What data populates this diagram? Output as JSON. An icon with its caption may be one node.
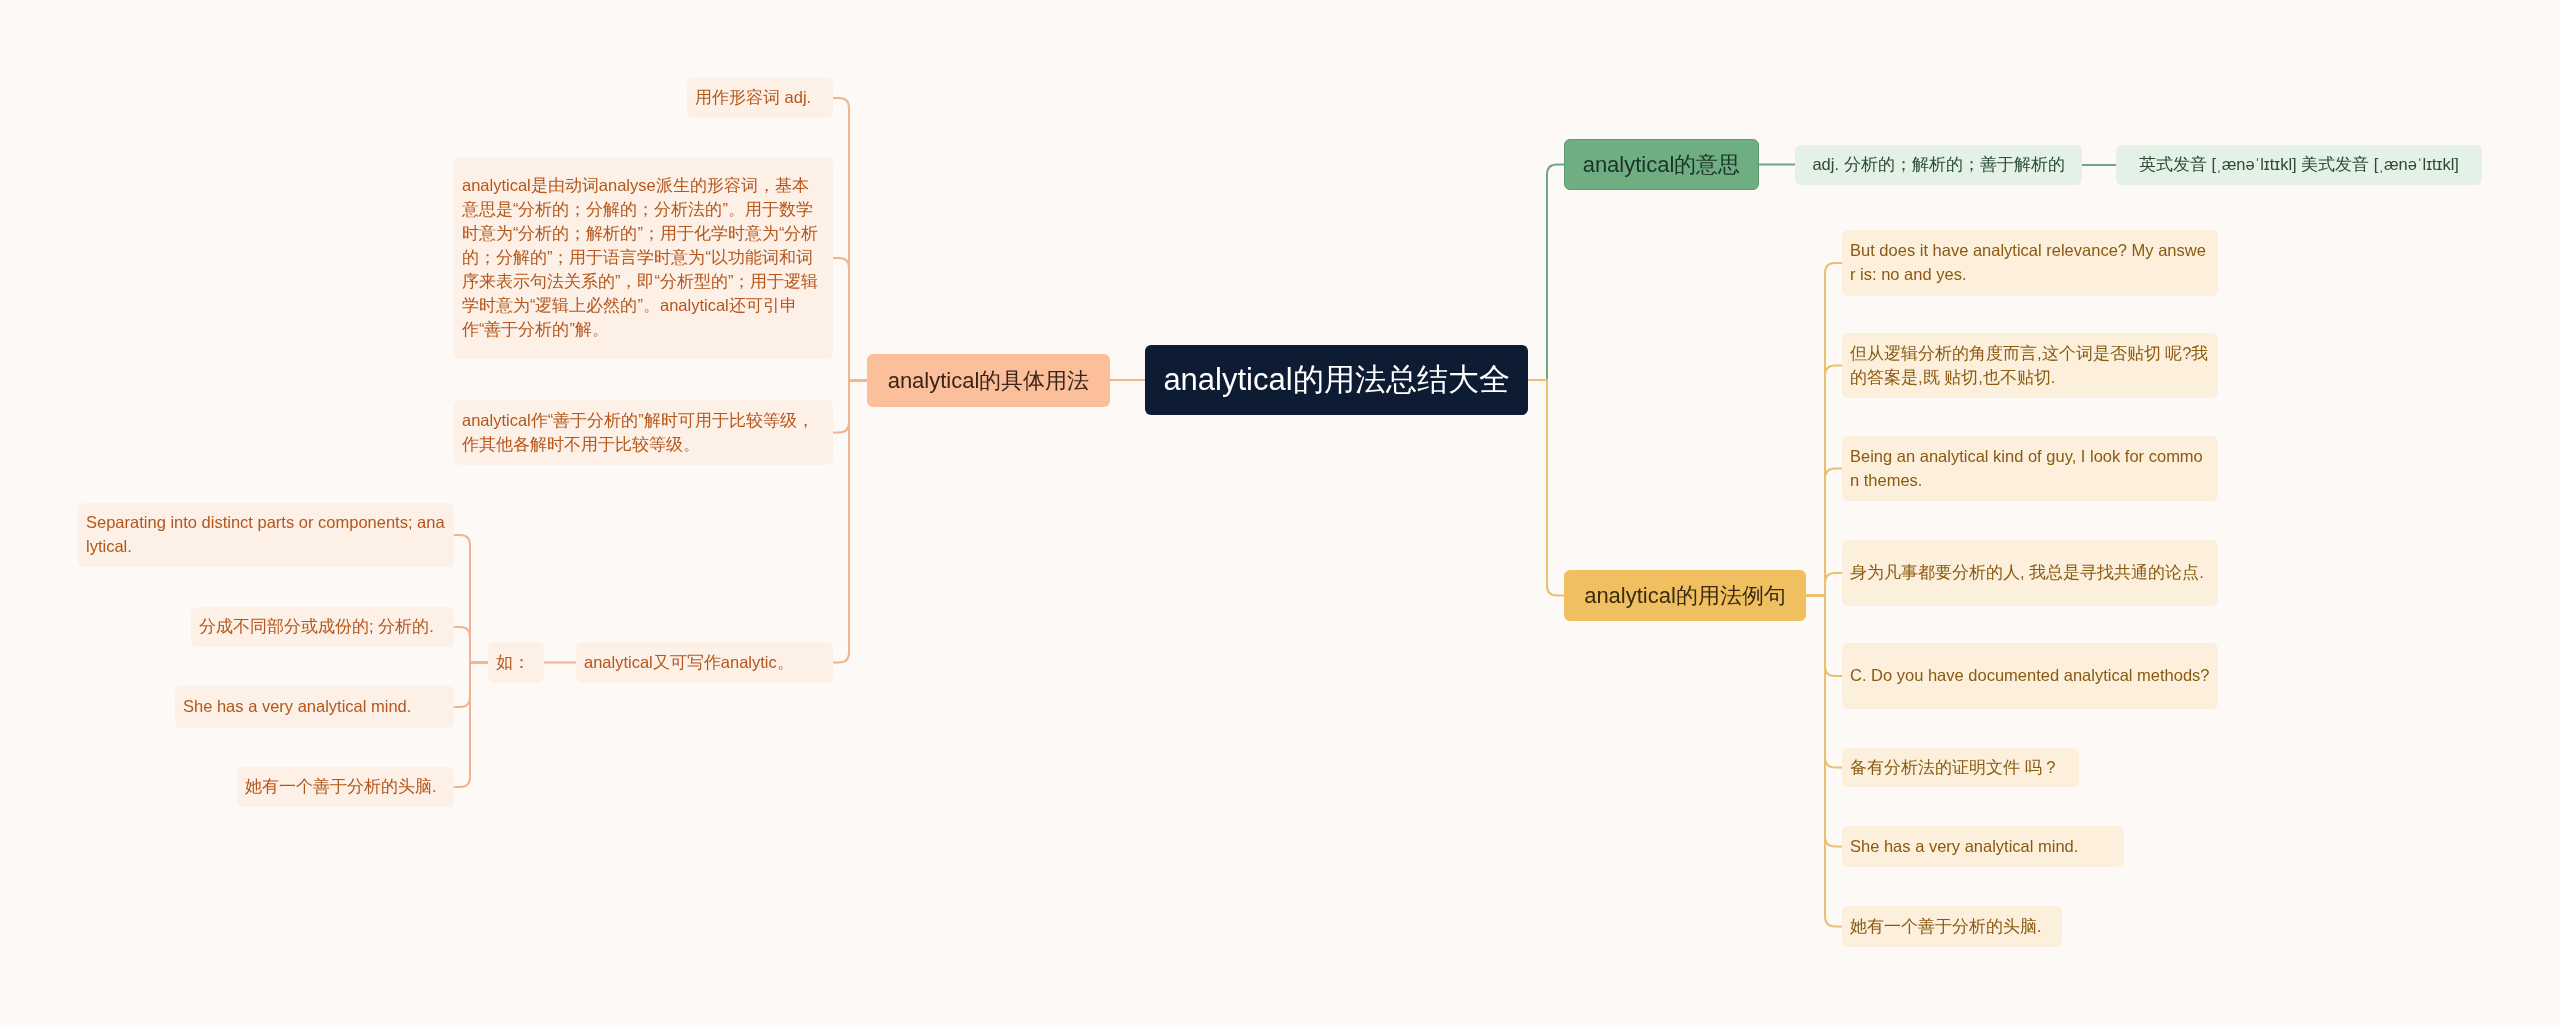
{
  "diagram": {
    "nodes": [
      {
        "text": [
          "analytical的用法总结大全"
        ]
      },
      {
        "text": [
          "analytical的具体用法"
        ]
      },
      {
        "text": [
          "用作形容词 adj."
        ]
      },
      {
        "text": [
          "analytical是由动词analyse派生的形容词，基本意思是“分析的；分解的；分析法的”。用于数学时意为“分析的；解析的”；用于化学时意为“分析的；分解的”；用于语言学时意为“以功能词和词序来表示句法关系的”，即“分析型的”；用于逻辑学时意为“逻辑上必然的”。analytical还可引申作“善于分析的”解。"
        ]
      },
      {
        "text": [
          "analytical作“善于分析的”解时可用于比较等级，作其他各解时不用于比较等级。"
        ]
      },
      {
        "text": [
          "analytical又可写作analytic。"
        ]
      },
      {
        "text": [
          "如："
        ]
      },
      {
        "text": [
          "Separating into distinct parts or components; analytical."
        ]
      },
      {
        "text": [
          "分成不同部分或成份的; 分析的."
        ]
      },
      {
        "text": [
          "She has a very analytical mind."
        ]
      },
      {
        "text": [
          "她有一个善于分析的头脑."
        ]
      },
      {
        "text": [
          "analytical的意思"
        ]
      },
      {
        "text": [
          "adj. 分析的；解析的；善于解析的"
        ]
      },
      {
        "text": [
          "英式发音 [ˌænəˈlɪtɪkl] 美式发音 [ˌænəˈlɪtɪkl]"
        ]
      },
      {
        "text": [
          "analytical的用法例句"
        ]
      },
      {
        "text": [
          "But does it have analytical relevance? My answer is: no and yes."
        ]
      },
      {
        "text": [
          "但从逻辑分析的角度而言,这个词是否贴切 呢?我的答案是,既 贴切,也不贴切."
        ]
      },
      {
        "text": [
          "Being an analytical kind of guy, I look for common themes."
        ]
      },
      {
        "text": [
          "身为凡事都要分析的人, 我总是寻找共通的论点."
        ]
      },
      {
        "text": [
          "C. Do you have documented analytical methods?"
        ]
      },
      {
        "text": [
          "备有分析法的证明文件 吗 ?"
        ]
      },
      {
        "text": [
          "She has a very analytical mind."
        ]
      },
      {
        "text": [
          "她有一个善于分析的头脑."
        ]
      }
    ],
    "edges": [
      {
        "from": 0,
        "to": 1,
        "arrow": "none"
      },
      {
        "from": 1,
        "to": 2,
        "arrow": "none"
      },
      {
        "from": 1,
        "to": 3,
        "arrow": "none"
      },
      {
        "from": 1,
        "to": 4,
        "arrow": "none"
      },
      {
        "from": 1,
        "to": 5,
        "arrow": "none"
      },
      {
        "from": 5,
        "to": 6,
        "arrow": "none"
      },
      {
        "from": 6,
        "to": 7,
        "arrow": "none"
      },
      {
        "from": 6,
        "to": 8,
        "arrow": "none"
      },
      {
        "from": 6,
        "to": 9,
        "arrow": "none"
      },
      {
        "from": 6,
        "to": 10,
        "arrow": "none"
      },
      {
        "from": 0,
        "to": 11,
        "arrow": "none",
        "color": "#6aa87e"
      },
      {
        "from": 11,
        "to": 12,
        "arrow": "none",
        "color": "#6aa87e"
      },
      {
        "from": 12,
        "to": 13,
        "arrow": "none",
        "color": "#6aa87e"
      },
      {
        "from": 0,
        "to": 14,
        "arrow": "none",
        "color": "#e8c070"
      },
      {
        "from": 14,
        "to": 15,
        "arrow": "none",
        "color": "#e8c070"
      },
      {
        "from": 14,
        "to": 16,
        "arrow": "none",
        "color": "#e8c070"
      },
      {
        "from": 14,
        "to": 17,
        "arrow": "none",
        "color": "#e8c070"
      },
      {
        "from": 14,
        "to": 18,
        "arrow": "none",
        "color": "#e8c070"
      },
      {
        "from": 14,
        "to": 19,
        "arrow": "none",
        "color": "#e8c070"
      },
      {
        "from": 14,
        "to": 20,
        "arrow": "none",
        "color": "#e8c070"
      },
      {
        "from": 14,
        "to": 21,
        "arrow": "none",
        "color": "#e8c070"
      },
      {
        "from": 14,
        "to": 22,
        "arrow": "none",
        "color": "#e8c070"
      }
    ]
  }
}
